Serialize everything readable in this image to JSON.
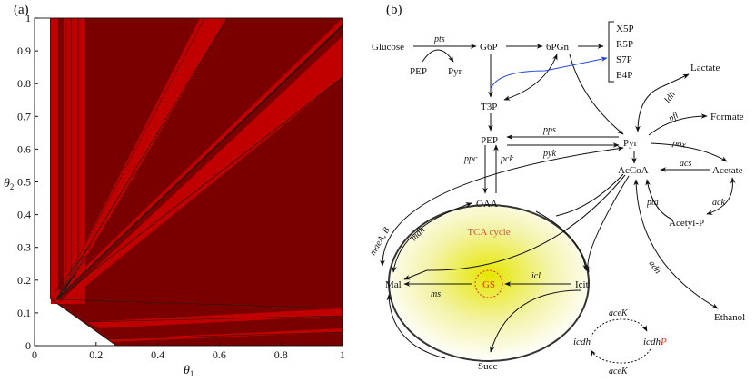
{
  "panel_a": {
    "label": "(a)",
    "xlabel_sym": "θ",
    "xlabel_sub": "1",
    "ylabel_sym": "θ",
    "ylabel_sub": "2",
    "x_ticks": [
      "0",
      "0.2",
      "0.4",
      "0.6",
      "0.8",
      "1"
    ],
    "y_ticks": [
      "0",
      "0.1",
      "0.2",
      "0.3",
      "0.4",
      "0.5",
      "0.6",
      "0.7",
      "0.8",
      "0.9",
      "1"
    ],
    "colors": {
      "dark": "#7a0000",
      "bright": "#c00000",
      "edge": "#1a1a1a",
      "blank": "#ffffff"
    }
  },
  "panel_b": {
    "label": "(b)",
    "nodes": {
      "glucose": "Glucose",
      "g6p": "G6P",
      "pgn": "6PGn",
      "x5p": "X5P",
      "r5p": "R5P",
      "s7p": "S7P",
      "e4p": "E4P",
      "pep_small": "PEP",
      "pyr_small": "Pyr",
      "lactate": "Lactate",
      "formate": "Formate",
      "t3p": "T3P",
      "pep": "PEP",
      "pyr": "Pyr",
      "acetate": "Acetate",
      "accoa": "AcCoA",
      "acetylp": "Acetyl-P",
      "oaa": "OAA",
      "mal": "Mal",
      "icit": "Icit",
      "succ": "Succ",
      "ethanol": "Ethanol",
      "gs": "GS",
      "tca": "TCA cycle",
      "icdh": "icdh",
      "icdhp": "icdh",
      "p": "P"
    },
    "enzymes": {
      "pts": "pts",
      "ldh": "ldh",
      "pfl": "pfl",
      "pps": "pps",
      "pyk": "pyk",
      "pox": "pox",
      "ppc": "ppc",
      "pck": "pck",
      "acs": "acs",
      "pta": "pta",
      "ack": "ack",
      "maeab": "maeA, B",
      "mdh": "mdh",
      "icl": "icl",
      "ms": "ms",
      "adh": "adh",
      "acek1": "aceK",
      "acek2": "aceK"
    },
    "colors": {
      "tca_center": "#e6e600",
      "tca_label": "#e0503a",
      "gs": "#e8301e",
      "shunt_arrow": "#2244dd"
    }
  }
}
